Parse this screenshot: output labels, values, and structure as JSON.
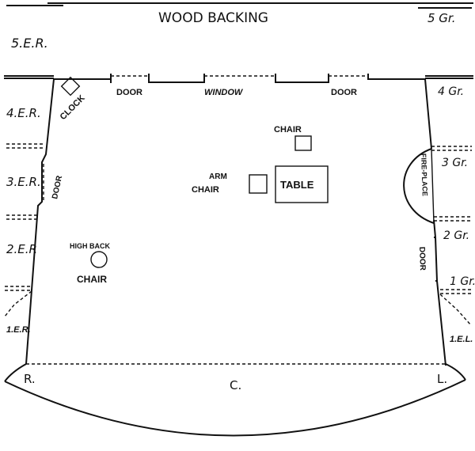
{
  "backing": {
    "title": "WOOD BACKING",
    "grooves_top": "5 Gr."
  },
  "entrances_left": [
    "5.E.R.",
    "4.E.R.",
    "3.E.R.",
    "2.E.R",
    "1.E.R."
  ],
  "grooves_right": [
    "4 Gr.",
    "3 Gr.",
    "2 Gr.",
    "1 Gr."
  ],
  "back_wall": {
    "door_left": "DOOR",
    "window": "WINDOW",
    "door_right": "DOOR"
  },
  "left_wall": {
    "clock": "CLOCK",
    "door": "DOOR"
  },
  "right_wall": {
    "fireplace": "FIRE-PLACE",
    "door": "DOOR",
    "entrance": "1.E.L."
  },
  "furniture": {
    "chair": "CHAIR",
    "arm_chair_line1": "ARM",
    "arm_chair_line2": "CHAIR",
    "table": "TABLE",
    "high_back_line1": "HIGH BACK",
    "high_back_line2": "CHAIR"
  },
  "stage_positions": {
    "right": "R.",
    "centre": "C.",
    "left": "L."
  }
}
